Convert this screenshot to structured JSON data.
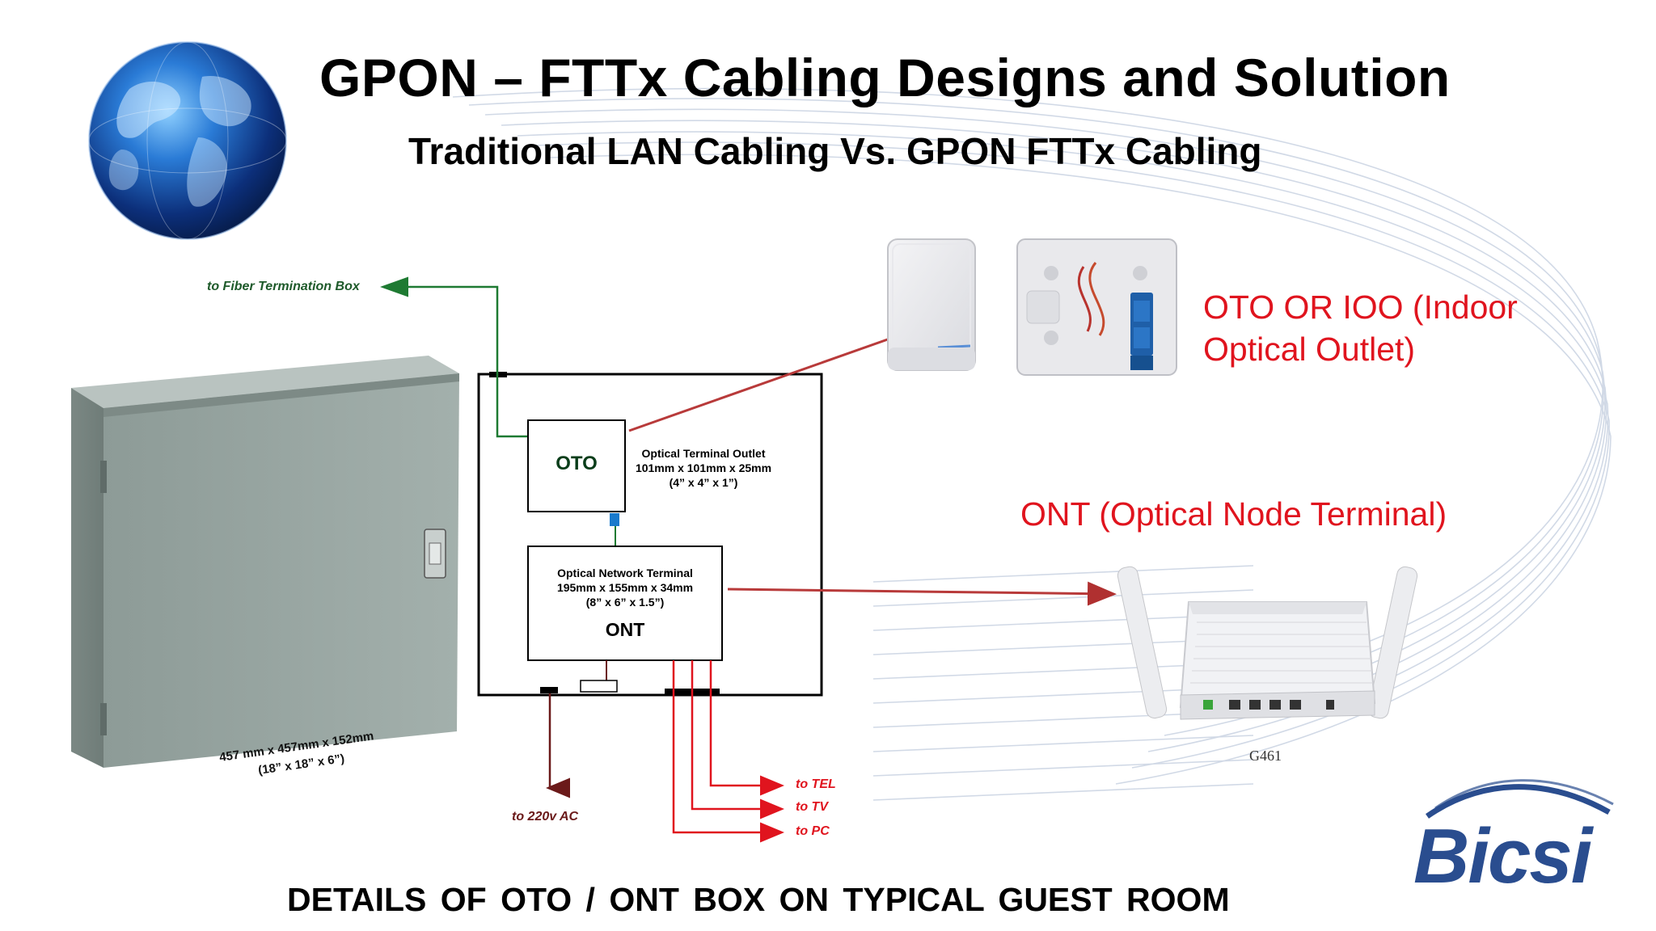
{
  "header": {
    "title": "GPON – FTTx  Cabling Designs and Solution",
    "subtitle": "Traditional LAN Cabling  Vs. GPON FTTx  Cabling"
  },
  "diagram": {
    "fiber_termination_label": "to Fiber Termination Box",
    "cabinet_dims_line1": "457 mm x 457mm x 152mm",
    "cabinet_dims_line2": "(18” x 18” x 6”)",
    "oto_box_label": "OTO",
    "oto_desc_line1": "Optical Terminal Outlet",
    "oto_desc_line2": "101mm x 101mm x 25mm",
    "oto_desc_line3": "(4” x 4” x 1”)",
    "ont_desc_line1": "Optical Network Terminal",
    "ont_desc_line2": "195mm x 155mm x 34mm",
    "ont_desc_line3": "(8” x 6” x 1.5”)",
    "ont_box_label": "ONT",
    "power_label": "to  220v AC",
    "tel_label": "to TEL",
    "tv_label": "to TV",
    "pc_label": "to PC",
    "oto_callout": "OTO OR IOO (Indoor Optical Outlet)",
    "ont_callout": "ONT  (Optical Node  Terminal)",
    "router_model": "G461",
    "logo_text": "Bicsi"
  },
  "footer": {
    "caption": "DETAILS  OF  OTO / ONT  BOX  ON TYPICAL  GUEST  ROOM"
  },
  "colors": {
    "callout_red": "#e0141e",
    "fiber_green": "#1e7a32",
    "output_red": "#e0141e",
    "power_brown": "#6b1a1a",
    "logo_blue": "#2a4d8f",
    "cabinet_grey": "#8c9a96"
  },
  "icons": {
    "globe": "globe-icon",
    "cabinet": "enclosure-cabinet-image",
    "oto_closed": "oto-outlet-closed-image",
    "oto_open": "oto-outlet-open-image",
    "router": "ont-router-image"
  }
}
